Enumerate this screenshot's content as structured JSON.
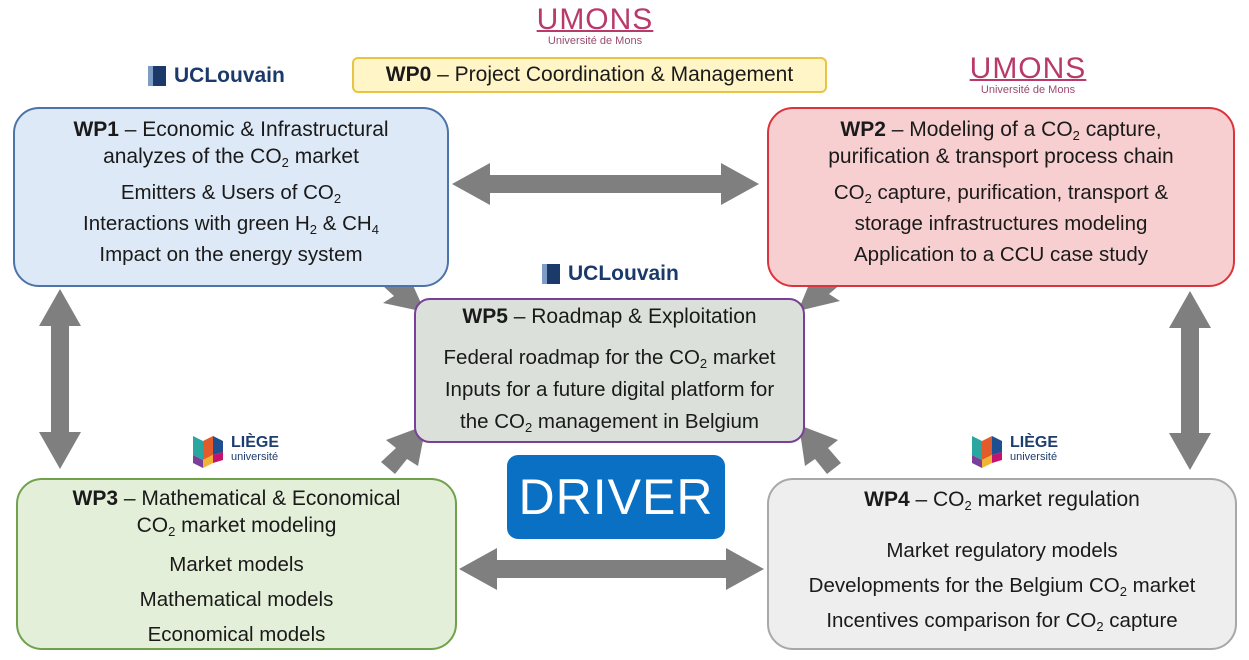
{
  "logos": {
    "umons_word": "UMONS",
    "umons_sub": "Université de Mons",
    "ucl_word": "UCLouvain",
    "liege_word": "LIÈGE",
    "liege_sub": "université"
  },
  "wp0": {
    "code": "WP0",
    "rest": " – Project Coordination & Management"
  },
  "wp1": {
    "code": "WP1",
    "t1": " – Economic & Infrastructural",
    "t2": "analyzes of the CO",
    "t2b": " market",
    "l1a": "Emitters & Users of CO",
    "l2a": "Interactions with green H",
    "l2b": " & CH",
    "l3": "Impact on the energy system"
  },
  "wp2": {
    "code": "WP2",
    "t1": " – Modeling of a CO",
    "t1b": " capture,",
    "t2": "purification & transport process chain",
    "l1a": "CO",
    "l1b": " capture, purification, transport &",
    "l2": "storage infrastructures modeling",
    "l3": "Application to a CCU case study"
  },
  "wp3": {
    "code": "WP3",
    "t1": " – Mathematical & Economical",
    "t2a": "CO",
    "t2b": " market modeling",
    "l1": "Market models",
    "l2": "Mathematical models",
    "l3": "Economical models"
  },
  "wp4": {
    "code": "WP4",
    "t1": " – CO",
    "t1b": " market regulation",
    "l1": "Market regulatory models",
    "l2a": "Developments for the Belgium CO",
    "l2b": " market",
    "l3a": "Incentives comparison for CO",
    "l3b": " capture"
  },
  "wp5": {
    "code": "WP5",
    "t1": " – Roadmap & Exploitation",
    "l1a": "Federal roadmap for the CO",
    "l1b": " market",
    "l2": "Inputs for a future digital platform for",
    "l3a": "the CO",
    "l3b": " management in Belgium"
  },
  "sub2": "2",
  "sub4": "4",
  "driver": "DRIVER",
  "colors": {
    "arrow": "#7f7f7f",
    "driver_bg": "#0a70c4"
  }
}
